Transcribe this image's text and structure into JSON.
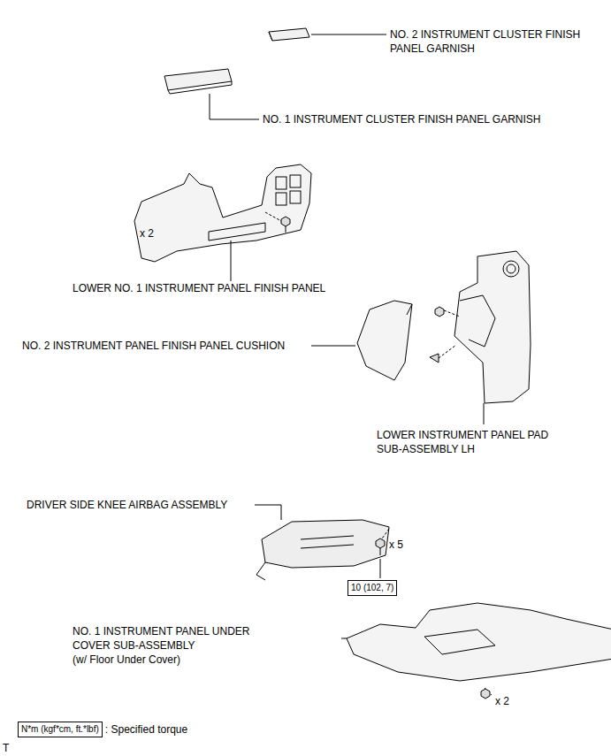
{
  "diagram": {
    "nodes": [
      {
        "text": [
          "10 (102, 7)"
        ]
      },
      {
        "text": [
          "N*m (kgf*cm, ft.*lbf)"
        ]
      }
    ],
    "labels": [
      "NO. 2 INSTRUMENT CLUSTER FINISH PANEL GARNISH",
      "NO. 1 INSTRUMENT CLUSTER FINISH PANEL GARNISH",
      "x 2",
      "LOWER NO. 1 INSTRUMENT PANEL FINISH PANEL",
      "NO. 2 INSTRUMENT PANEL FINISH PANEL CUSHION",
      "LOWER INSTRUMENT PANEL PAD SUB-ASSEMBLY LH",
      "DRIVER SIDE KNEE AIRBAG ASSEMBLY",
      "x 5",
      "NO. 1 INSTRUMENT PANEL UNDER COVER SUB-ASSEMBLY",
      "(w/ Floor Under Cover)",
      "x 2",
      ": Specified torque",
      "T"
    ]
  }
}
